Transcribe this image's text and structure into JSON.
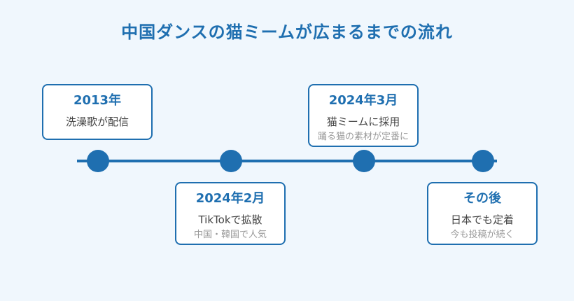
{
  "title": "中国ダンスの猫ミームが広まるまでの流れ",
  "events": [
    {
      "date": "2013年",
      "event": "洗澡歌が配信",
      "note": ""
    },
    {
      "date": "2024年2月",
      "event": "TikTokで拡散",
      "note": "中国・韓国で人気"
    },
    {
      "date": "2024年3月",
      "event": "猫ミームに採用",
      "note": "踊る猫の素材が定番に"
    },
    {
      "date": "その後",
      "event": "日本でも定着",
      "note": "今も投稿が続く"
    }
  ],
  "colors": {
    "accent": "#1f6fb0",
    "background": "#f0f7fd",
    "note": "#999999"
  }
}
